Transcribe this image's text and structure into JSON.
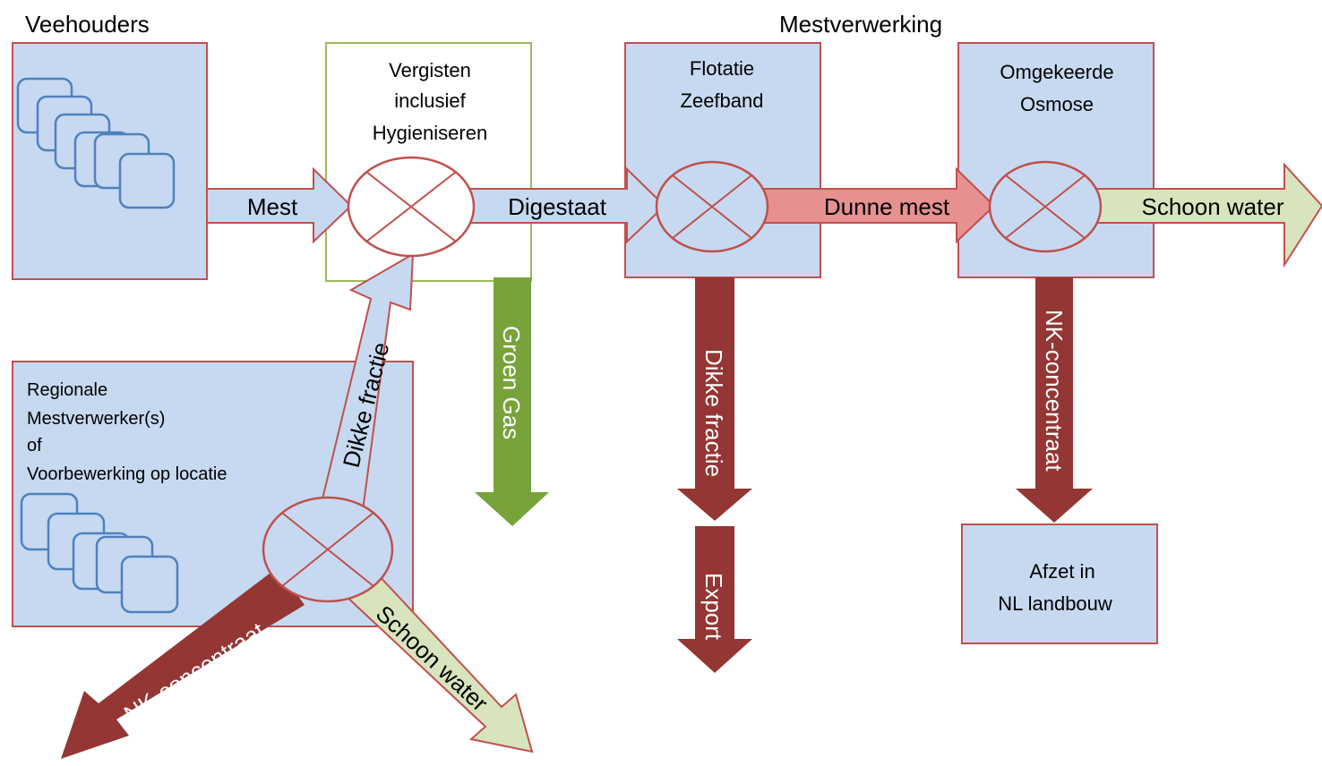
{
  "headers": {
    "veehouders": "Veehouders",
    "mestverwerking": "Mestverwerking"
  },
  "boxes": {
    "vergisten": [
      "Vergisten",
      "inclusief",
      "Hygieniseren"
    ],
    "flotatie": [
      "Flotatie",
      "Zeefband"
    ],
    "omgekeerde": [
      "Omgekeerde",
      "Osmose"
    ],
    "regionale": [
      "Regionale",
      "Mestverwerker(s)",
      "of",
      "Voorbewerking op locatie"
    ],
    "afzet": [
      "Afzet in",
      "NL landbouw"
    ]
  },
  "flows": {
    "mest": "Mest",
    "digestaat": "Digestaat",
    "dunne_mest": "Dunne mest",
    "schoon_water_top": "Schoon water",
    "groen_gas": "Groen Gas",
    "dikke_fractie_top": "Dikke fractie",
    "export": "Export",
    "nk_concentraat_top": "NK-concentraat",
    "dikke_fractie_up": "Dikke fractie",
    "nk_concentraat_bottom": "NK-concentraat",
    "schoon_water_bottom": "Schoon water"
  },
  "colors": {
    "box_fill": "#c6d9f1",
    "box_stroke": "#c0504d",
    "green_box_stroke": "#9bbb59",
    "arrow_light_blue": "#c6d9f1",
    "arrow_dark_red": "#943634",
    "arrow_salmon": "#e6908f",
    "arrow_green": "#77a33a",
    "arrow_light_green": "#d7e4bd",
    "node_stroke": "#c0504d",
    "stack_stroke": "#4f81bd"
  }
}
